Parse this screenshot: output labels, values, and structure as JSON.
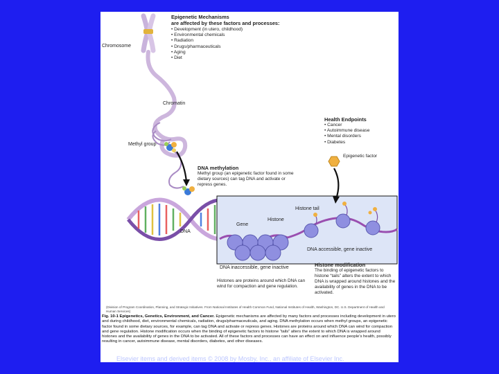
{
  "mechanisms": {
    "title_line1": "Epigenetic Mechanisms",
    "title_line2": "are affected by these factors and processes:",
    "items": [
      "Development (in utero, childhood)",
      "Environmental chemicals",
      "Radiation",
      "Drugs/pharmaceuticals",
      "Aging",
      "Diet"
    ]
  },
  "labels": {
    "chromosome": "Chromosome",
    "chromatin": "Chromatin",
    "methyl_group": "Methyl group",
    "dna": "DNA",
    "gene": "Gene",
    "histone": "Histone",
    "histone_tail": "Histone tail",
    "epigenetic_factor": "Epigenetic factor",
    "dna_accessible": "DNA accessible, gene inactive",
    "dna_inaccessible": "DNA inaccessible, gene inactive"
  },
  "health": {
    "title": "Health Endpoints",
    "items": [
      "Cancer",
      "Autoimmune disease",
      "Mental disorders",
      "Diabetes"
    ]
  },
  "methylation": {
    "title": "DNA methylation",
    "text": "Methyl group (an epigenetic factor found in some dietary sources) can tag DNA and activate or repress genes."
  },
  "histone_mod": {
    "title": "Histone modification",
    "text": "The binding of epigenetic factors to histone “tails” alters the extent to which DNA is wrapped around histones and the availability of genes in the DNA to be activated."
  },
  "histone_note": "Histones are proteins around which DNA can wind for compaction and gene regulation.",
  "source": "(Division of Program Coordination, Planning, and Strategic Initiatives. From National Institutes of Health Common Fund, National Institutes of Health, Washington, DC. U.S. Department of Health and Human Services)",
  "caption": {
    "fig": "Fig. 10-1",
    "bold": "Epigenetics, Genetics, Environment, and Cancer.",
    "text": "Epigenetic mechanisms are affected by many factors and processes including development in utero and during childhood, diet, environmental chemicals, radiation, drugs/pharmaceuticals, and aging. DNA methylation occurs when methyl groups, an epigenetic factor found in some dietary sources, for example, can tag DNA and activate or repress genes. Histones are proteins around which DNA can wind for compaction and gene regulation. Histone modification occurs when the binding of epigenetic factors to histone “tails” alters the extent to which DNA is wrapped around histones and the availability of genes in the DNA to be activated. All of these factors and processes can have an effect on and influence people’s health, possibly resulting in cancer, autoimmune disease, mental disorders, diabetes, and other diseases."
  },
  "copyright": "Elsevier items and derived items © 2008 by Mosby, Inc., an affiliate of Elsevier Inc.",
  "colors": {
    "background": "#1e1ef0",
    "histone": "#8f8fe0",
    "dna_strand": "#b070c8",
    "chromosome": "#d4bde0",
    "factor": "#f0b040",
    "inset": "#dde5f7"
  }
}
